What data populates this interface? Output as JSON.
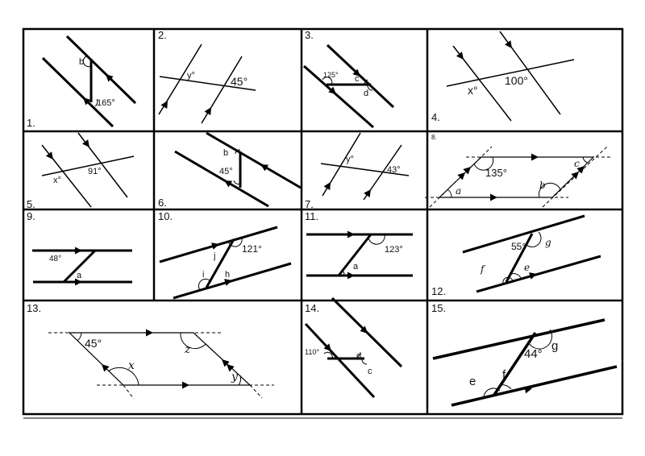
{
  "problems": [
    {
      "number": "1.",
      "labels": [
        "b",
        "165°"
      ]
    },
    {
      "number": "2.",
      "labels": [
        "y°",
        "45°"
      ]
    },
    {
      "number": "3.",
      "labels": [
        "125°",
        "c",
        "d"
      ]
    },
    {
      "number": "4.",
      "labels": [
        "x°",
        "100°"
      ]
    },
    {
      "number": "5.",
      "labels": [
        "x°",
        "91°"
      ]
    },
    {
      "number": "6.",
      "labels": [
        "b",
        "45°"
      ]
    },
    {
      "number": "7.",
      "labels": [
        "y°",
        "43°"
      ]
    },
    {
      "number": "8.",
      "labels": [
        "135°",
        "a",
        "b",
        "c"
      ]
    },
    {
      "number": "9.",
      "labels": [
        "48°",
        "a"
      ]
    },
    {
      "number": "10.",
      "labels": [
        "121°",
        "j",
        "i",
        "h"
      ]
    },
    {
      "number": "11.",
      "labels": [
        "123°",
        "a"
      ]
    },
    {
      "number": "12.",
      "labels": [
        "55°",
        "g",
        "f",
        "e"
      ]
    },
    {
      "number": "13.",
      "labels": [
        "45°",
        "x",
        "z",
        "y"
      ]
    },
    {
      "number": "14.",
      "labels": [
        "110°",
        "d",
        "c"
      ]
    },
    {
      "number": "15.",
      "labels": [
        "44°",
        "g",
        "e",
        "f"
      ]
    }
  ]
}
